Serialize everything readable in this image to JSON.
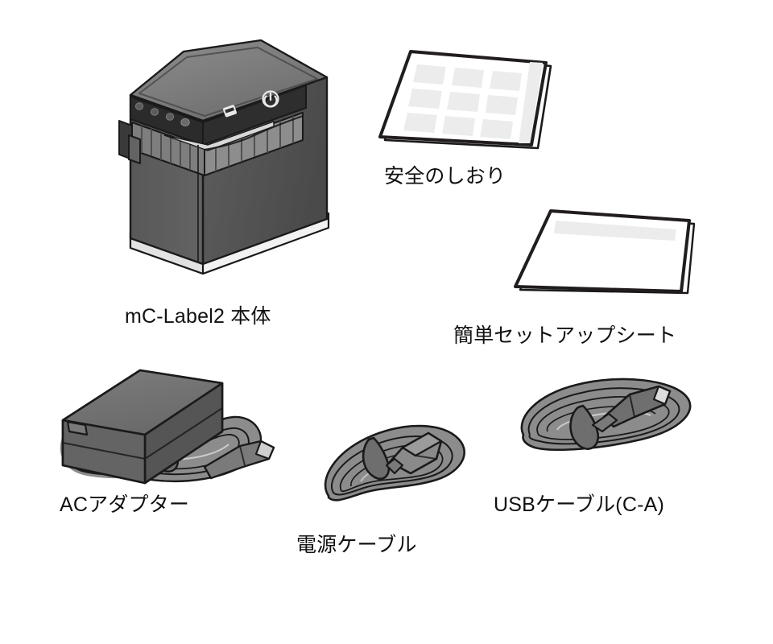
{
  "page": {
    "background_color": "#ffffff",
    "text_color": "#111111",
    "language": "ja"
  },
  "illustration": {
    "title": "package contents",
    "item_count": 6,
    "palette": {
      "outline": "#1a1a1a",
      "body_dark": "#4f4f4f",
      "body_mid": "#666666",
      "body_light": "#8a8a8a",
      "top_face": "#767676",
      "panel_black": "#2b2b2b",
      "base_white": "#f2f2f2",
      "paper_white": "#ffffff",
      "paper_panel": "#ececec",
      "cable_gray": "#8c8c8c",
      "cable_shade": "#6e6e6e",
      "connector_gray": "#7a7a7a"
    }
  },
  "items": [
    {
      "id": "printer",
      "label": "mC-Label2 本体",
      "icon": "label-printer-icon",
      "parts": {
        "indicator_count": 4,
        "feed_button": "feed-button-icon",
        "power_button": "power-button-icon",
        "paper_exit": "paper-exit-teeth",
        "cover_latch": "cover-latch-tab",
        "base": "printer-base-plinth"
      }
    },
    {
      "id": "safety",
      "label": "安全のしおり",
      "icon": "safety-booklet-icon",
      "parts": {
        "grid_rows": 3,
        "grid_cols": 3,
        "has_spine_band": true
      }
    },
    {
      "id": "setupsheet",
      "label": "簡単セットアップシート",
      "icon": "setup-sheet-icon",
      "parts": {
        "has_top_band": true
      }
    },
    {
      "id": "acadapter",
      "label": "ACアダプター",
      "icon": "ac-adapter-icon",
      "parts": {
        "brick": true,
        "coiled_cable": true,
        "connector": "barrel-plug",
        "cable_tie": true
      }
    },
    {
      "id": "powercable",
      "label": "電源ケーブル",
      "icon": "power-cable-icon",
      "parts": {
        "coiled_cable": true,
        "connector": "iec-c13-socket",
        "cable_tie": true
      }
    },
    {
      "id": "usbcable",
      "label": "USBケーブル(C-A)",
      "icon": "usb-cable-icon",
      "parts": {
        "coiled_cable": true,
        "connector": "usb-type-c-plug",
        "cable_tie": true
      }
    }
  ]
}
